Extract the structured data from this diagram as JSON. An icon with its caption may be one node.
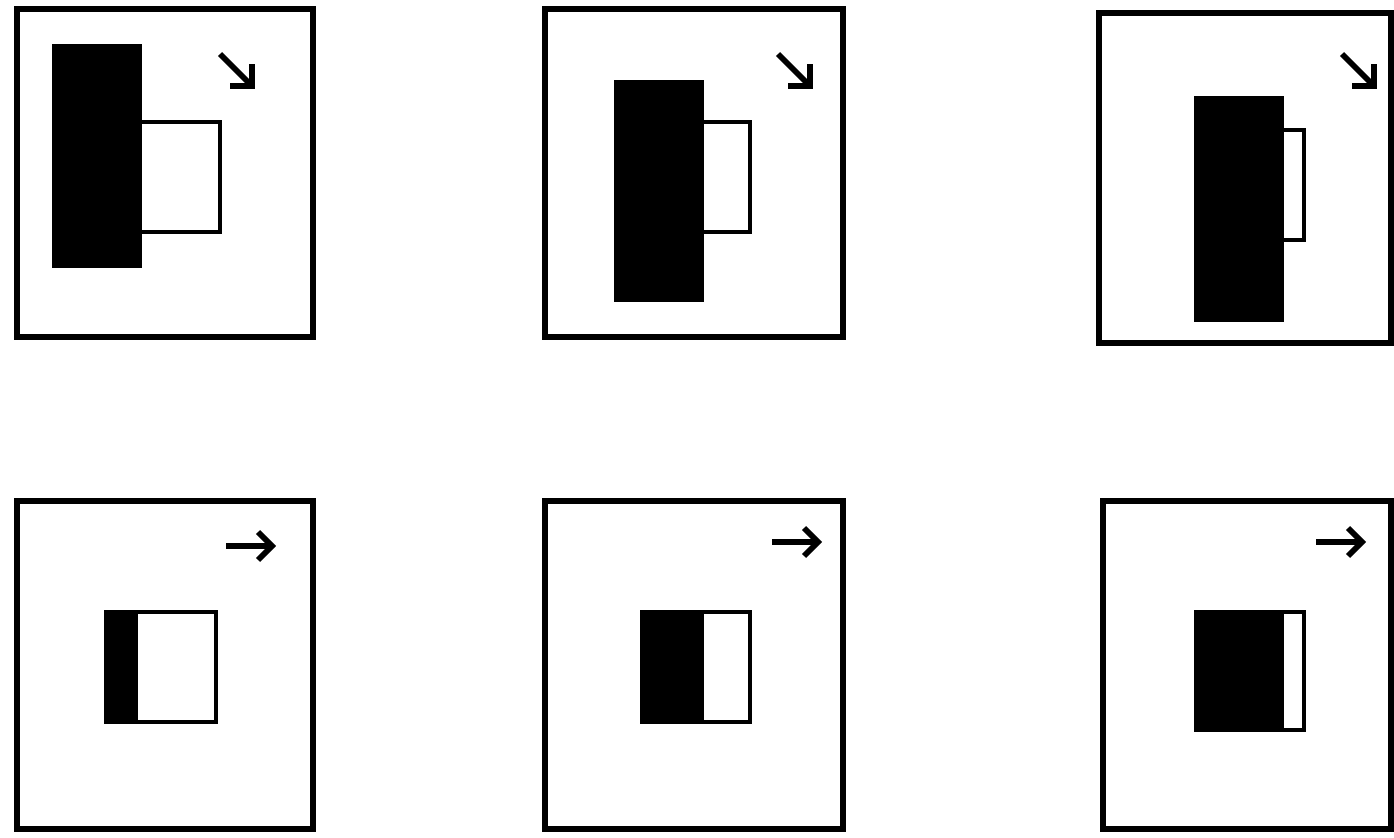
{
  "diagram": {
    "nodes": [
      {
        "text": [],
        "shape": "box"
      },
      {
        "text": [],
        "shape": "bar",
        "in": 0
      },
      {
        "text": [],
        "shape": "box",
        "in": 0
      },
      {
        "text": [],
        "shape": "box"
      },
      {
        "text": [],
        "shape": "bar",
        "in": 3
      },
      {
        "text": [],
        "shape": "box",
        "in": 3
      },
      {
        "text": [],
        "shape": "box"
      },
      {
        "text": [],
        "shape": "bar",
        "in": 6
      },
      {
        "text": [],
        "shape": "box",
        "in": 6
      },
      {
        "text": [],
        "shape": "box"
      },
      {
        "text": [],
        "shape": "bar",
        "in": 9
      },
      {
        "text": [],
        "shape": "box",
        "in": 9
      },
      {
        "text": [],
        "shape": "box"
      },
      {
        "text": [],
        "shape": "bar",
        "in": 12
      },
      {
        "text": [],
        "shape": "box",
        "in": 12
      },
      {
        "text": [],
        "shape": "box"
      },
      {
        "text": [],
        "shape": "bar",
        "in": 15
      },
      {
        "text": [],
        "shape": "box",
        "in": 15
      }
    ]
  }
}
